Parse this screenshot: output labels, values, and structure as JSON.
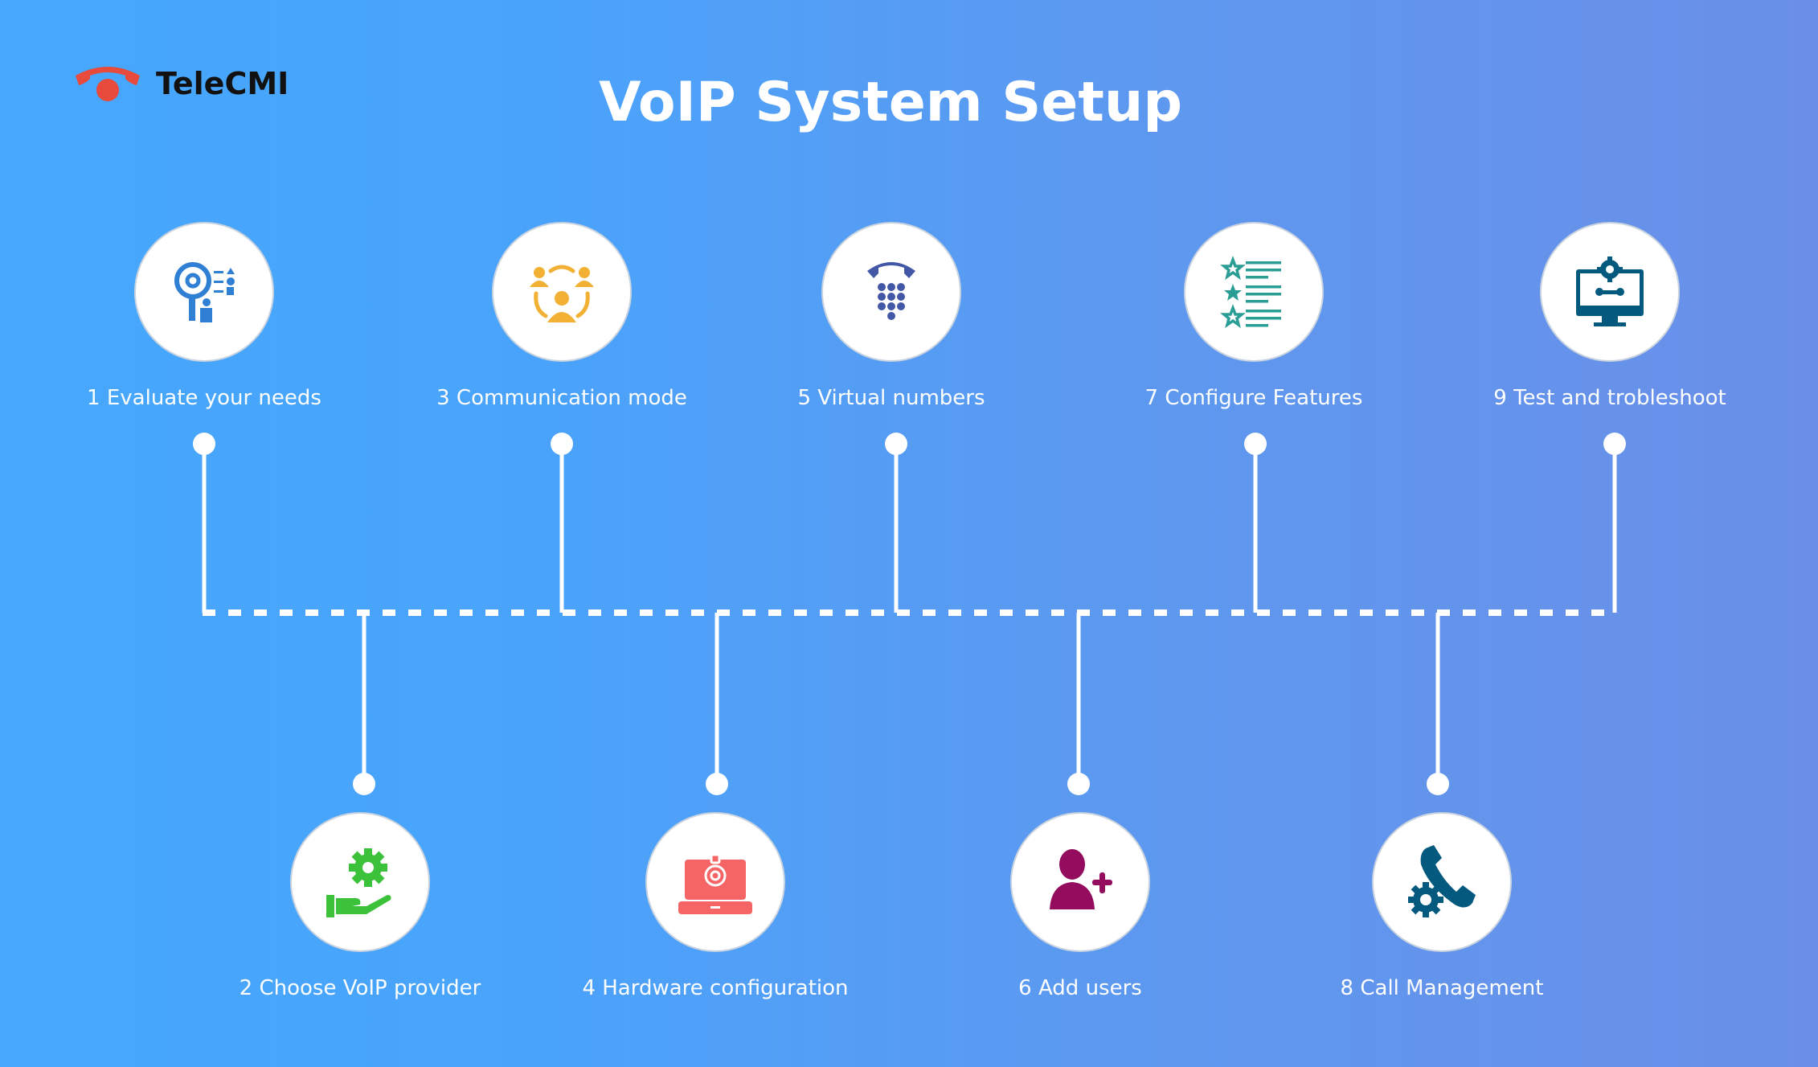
{
  "brand": {
    "name": "TeleCMI",
    "logo_icon": "phone-handset-icon",
    "logo_color": "#e84a3c"
  },
  "title": "VoIP System Setup",
  "colors": {
    "background_left": "#45a8fc",
    "background_right": "#6a8fe8",
    "connector": "#ffffff"
  },
  "steps": [
    {
      "number": 1,
      "label": "1 Evaluate your needs",
      "icon": "needs-analysis-icon",
      "color": "#2f7fd4",
      "row": "top"
    },
    {
      "number": 2,
      "label": "2 Choose VoIP provider",
      "icon": "gear-hand-icon",
      "color": "#3cc13b",
      "row": "bottom"
    },
    {
      "number": 3,
      "label": "3 Communication mode",
      "icon": "group-communication-icon",
      "color": "#f2b134",
      "row": "top"
    },
    {
      "number": 4,
      "label": "4 Hardware configuration",
      "icon": "laptop-gear-icon",
      "color": "#f56565",
      "row": "bottom"
    },
    {
      "number": 5,
      "label": "5 Virtual numbers",
      "icon": "dialpad-phone-icon",
      "color": "#4257a6",
      "row": "top"
    },
    {
      "number": 6,
      "label": "6 Add users",
      "icon": "add-user-icon",
      "color": "#930c5d",
      "row": "bottom"
    },
    {
      "number": 7,
      "label": "7 Configure Features",
      "icon": "star-checklist-icon",
      "color": "#2a9d95",
      "row": "top"
    },
    {
      "number": 8,
      "label": "8 Call Management",
      "icon": "phone-gear-icon",
      "color": "#04597f",
      "row": "bottom"
    },
    {
      "number": 9,
      "label": "9 Test and trobleshoot",
      "icon": "monitor-tools-icon",
      "color": "#04597f",
      "row": "top"
    }
  ]
}
